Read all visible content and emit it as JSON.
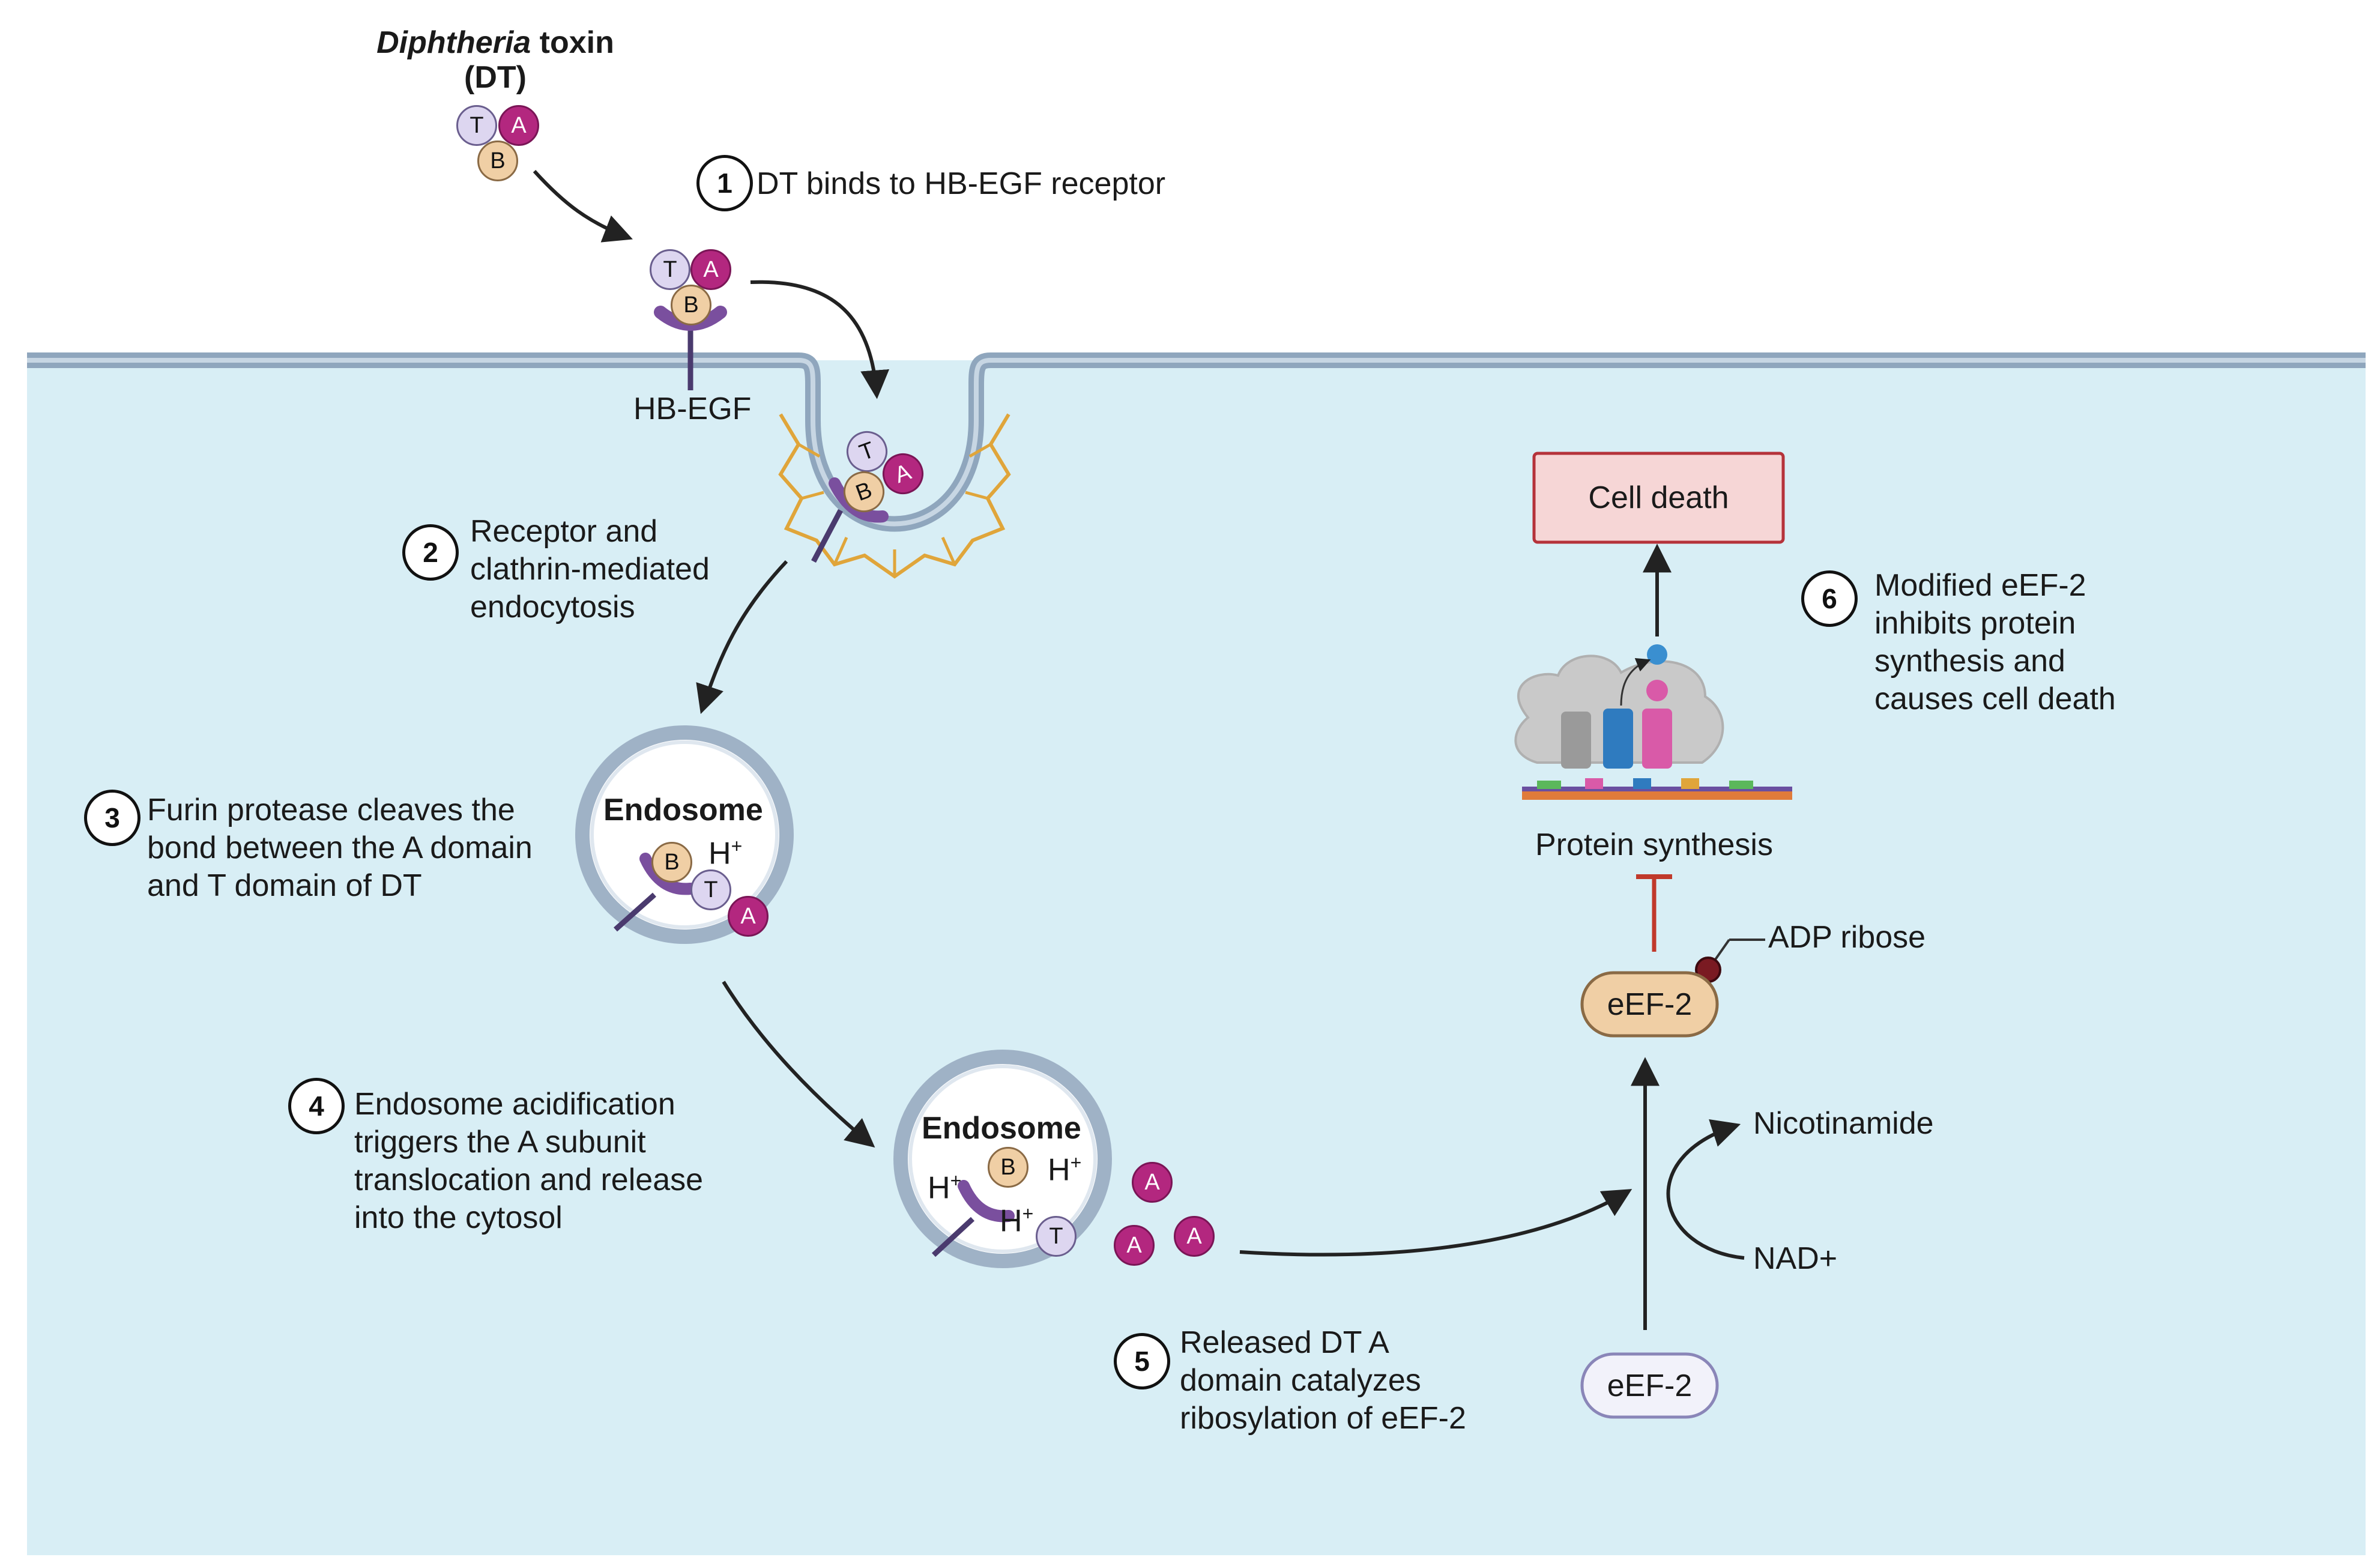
{
  "toxin": {
    "title_italic": "Diphtheria",
    "title_rest": " toxin",
    "abbrev": "(DT)"
  },
  "subunits": {
    "a": "A",
    "b": "B",
    "t": "T"
  },
  "receptor_label": "HB-EGF",
  "endosome_label": "Endosome",
  "proton": "H",
  "proton_sup": "+",
  "steps": [
    {
      "number": "1",
      "lines": [
        "DT binds to HB-EGF receptor"
      ]
    },
    {
      "number": "2",
      "lines": [
        "Receptor and",
        "clathrin-mediated",
        "endocytosis"
      ]
    },
    {
      "number": "3",
      "lines": [
        "Furin protease cleaves the",
        "bond between the A domain",
        "and T domain of DT"
      ]
    },
    {
      "number": "4",
      "lines": [
        "Endosome acidification",
        "triggers the A subunit",
        "translocation and release",
        "into the cytosol"
      ]
    },
    {
      "number": "5",
      "lines": [
        "Released DT A",
        "domain catalyzes",
        "ribosylation of eEF-2"
      ]
    },
    {
      "number": "6",
      "lines": [
        "Modified eEF-2",
        "inhibits protein",
        "synthesis and",
        "causes cell death"
      ]
    }
  ],
  "cell_death": "Cell death",
  "protein_synthesis": "Protein synthesis",
  "adp_ribose": "ADP ribose",
  "eef2": "eEF-2",
  "nicotinamide": "Nicotinamide",
  "nad": "NAD+",
  "colors": {
    "cytosol": "#d8eef5",
    "membrane": "#8fa6bd",
    "subunit_a": "#b3277f",
    "subunit_b": "#f0cfa5",
    "subunit_t": "#ddd6f0",
    "receptor": "#7a4f9e",
    "clathrin": "#e0a53a",
    "cell_death_fill": "#f6d6d6",
    "cell_death_border": "#b5323a",
    "inhibition": "#c0392b"
  }
}
